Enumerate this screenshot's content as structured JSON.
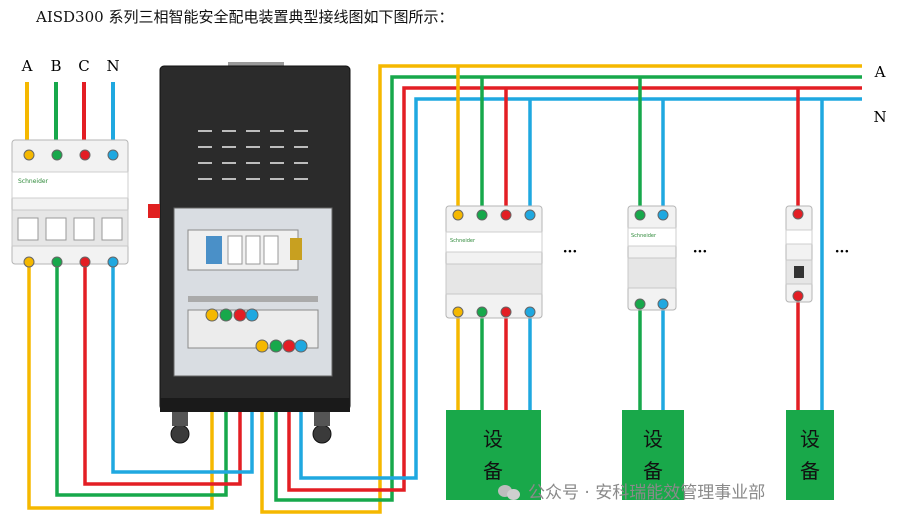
{
  "heading": "AISD300 系列三相智能安全配电装置典型接线图如下图所示：",
  "phase_labels": {
    "a": "A",
    "b": "B",
    "c": "C",
    "n": "N"
  },
  "bus_labels": {
    "top": "A",
    "bottom": "N"
  },
  "load_label_top": "设",
  "load_label_bottom": "备",
  "ellipsis": "···",
  "breaker_brand": "Schneider",
  "watermark": "公众号 · 安科瑞能效管理事业部",
  "colors": {
    "phase_a": "#f5b800",
    "phase_b": "#17a84b",
    "phase_c": "#e31e24",
    "neutral": "#1fa8e0",
    "equipment_fill": "#19a84a",
    "cabinet": "#2b2b2b"
  }
}
